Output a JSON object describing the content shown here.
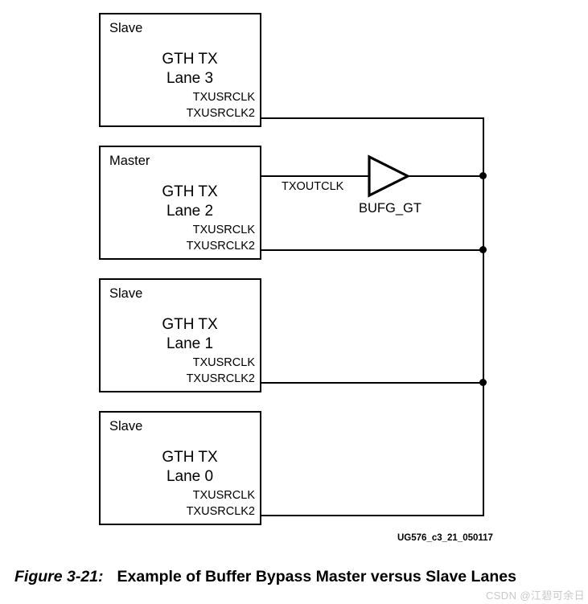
{
  "figure": {
    "doc_id": "UG576_c3_21_050117",
    "caption_number": "Figure 3-21:",
    "caption_text": "Example of Buffer Bypass Master versus Slave Lanes",
    "watermark": "CSDN @江碧可余日",
    "colors": {
      "line": "#000000",
      "background": "#ffffff",
      "watermark": "#c9c9c9"
    }
  },
  "blocks": [
    {
      "role": "Slave",
      "title_line1": "GTH TX",
      "title_line2": "Lane 3",
      "port1": "TXUSRCLK",
      "port2": "TXUSRCLK2"
    },
    {
      "role": "Master",
      "title_line1": "GTH TX",
      "title_line2": "Lane 2",
      "port1": "TXUSRCLK",
      "port2": "TXUSRCLK2"
    },
    {
      "role": "Slave",
      "title_line1": "GTH TX",
      "title_line2": "Lane 1",
      "port1": "TXUSRCLK",
      "port2": "TXUSRCLK2"
    },
    {
      "role": "Slave",
      "title_line1": "GTH TX",
      "title_line2": "Lane 0",
      "port1": "TXUSRCLK",
      "port2": "TXUSRCLK2"
    }
  ],
  "buffer": {
    "label": "BUFG_GT",
    "input_wire_label": "TXOUTCLK"
  }
}
